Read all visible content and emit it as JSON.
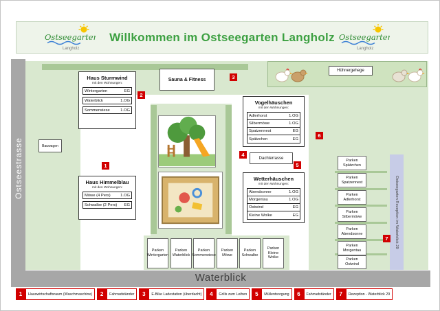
{
  "banner": {
    "title": "Willkommen im Ostseegarten Langholz"
  },
  "logo": {
    "name": "Ostseegarten",
    "sub": "Langholz"
  },
  "roads": {
    "left": "Ostseestrasse",
    "bottom": "Waterblick"
  },
  "labels": {
    "parken": "Parken"
  },
  "areas": {
    "sauna": "Sauna & Fitness",
    "huehnergehege": "Hühnergehege",
    "bauwagen": "Bauwagen",
    "dachterrasse": "Dachterrasse",
    "reception_strip": "Ostseegarten Rezeption im Waterblick 29"
  },
  "houses": [
    {
      "name": "Haus Sturmwind",
      "subtitle": "mit den Wohnungen:",
      "units": [
        {
          "name": "Wintergarten",
          "floor": "EG"
        },
        {
          "name": "Waterblick",
          "floor": "1.OG"
        },
        {
          "name": "Sommerwiese",
          "floor": "1.OG"
        }
      ]
    },
    {
      "name": "Haus Himmelblau",
      "subtitle": "mit den Wohnungen:",
      "units": [
        {
          "name": "Möwe (4 Pers)",
          "floor": "1.OG"
        },
        {
          "name": "Schwalbe (2 Pers)",
          "floor": "EG"
        }
      ]
    },
    {
      "name": "Vogelhäuschen",
      "subtitle": "mit den Wohnungen:",
      "units": [
        {
          "name": "Adlerhorst",
          "floor": "1.OG"
        },
        {
          "name": "Silbermöwe",
          "floor": "1.OG"
        },
        {
          "name": "Spatzennest",
          "floor": "EG"
        },
        {
          "name": "Spätzchen",
          "floor": "EG"
        }
      ]
    },
    {
      "name": "Wetterhäuschen",
      "subtitle": "mit den Wohnungen:",
      "units": [
        {
          "name": "Abendsonne",
          "floor": "1.OG"
        },
        {
          "name": "Morgentau",
          "floor": "1.OG"
        },
        {
          "name": "Ostwind",
          "floor": "EG"
        },
        {
          "name": "Kleine Wolke",
          "floor": "EG"
        }
      ]
    }
  ],
  "parking_right": [
    "Spätzchen",
    "Spatzennest",
    "Adlerhorst",
    "Silbermöwe",
    "Abendsonne",
    "Morgentau",
    "Ostwind"
  ],
  "parking_bottom": [
    "Wintergarten",
    "Waterblick",
    "Sommerwiese",
    "Möwe",
    "Schwalbe",
    "Kleine Wolke"
  ],
  "markers": [
    "1",
    "2",
    "3",
    "4",
    "5",
    "6",
    "7"
  ],
  "legend": [
    {
      "num": "1",
      "label": "Hauswirtschaftsraum (Waschmaschine)"
    },
    {
      "num": "2",
      "label": "Fahrradständer"
    },
    {
      "num": "3",
      "label": "E-Bike Ladestation (überdacht)"
    },
    {
      "num": "4",
      "label": "Grills zum Leihen"
    },
    {
      "num": "5",
      "label": "Müllentsorgung"
    },
    {
      "num": "6",
      "label": "Fahrradständer"
    },
    {
      "num": "7",
      "label": "Rezeption - Waterblick 29"
    }
  ],
  "colors": {
    "accent_green": "#3ca041",
    "marker_red": "#d10000",
    "road_gray": "#a7a7a7"
  }
}
